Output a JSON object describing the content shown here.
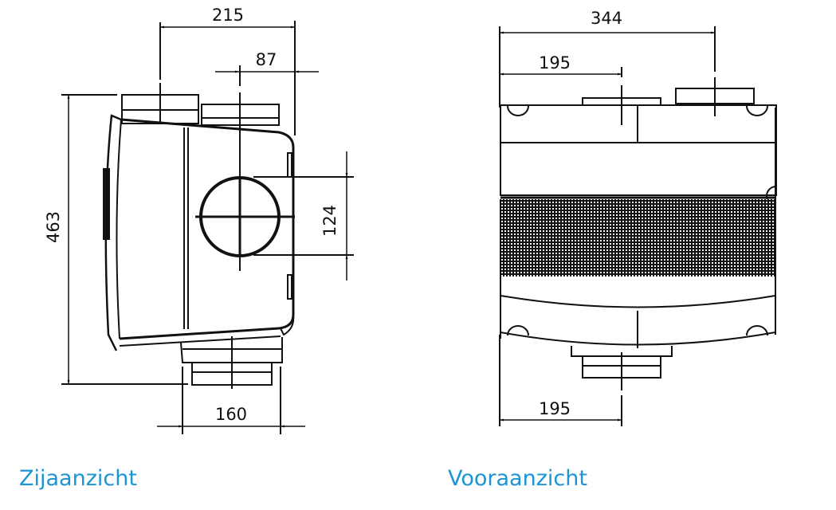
{
  "side_view": {
    "caption": "Zijaanzicht",
    "dimensions": {
      "top_width": "215",
      "duct_offset": "87",
      "height": "463",
      "duct_diameter": "124",
      "bottom_width": "160"
    }
  },
  "front_view": {
    "caption": "Vooraanzicht",
    "dimensions": {
      "total_width": "344",
      "top_duct_offset": "195",
      "bottom_duct_offset": "195"
    }
  },
  "colors": {
    "caption": "#1b95d3",
    "lines": "#111111"
  }
}
